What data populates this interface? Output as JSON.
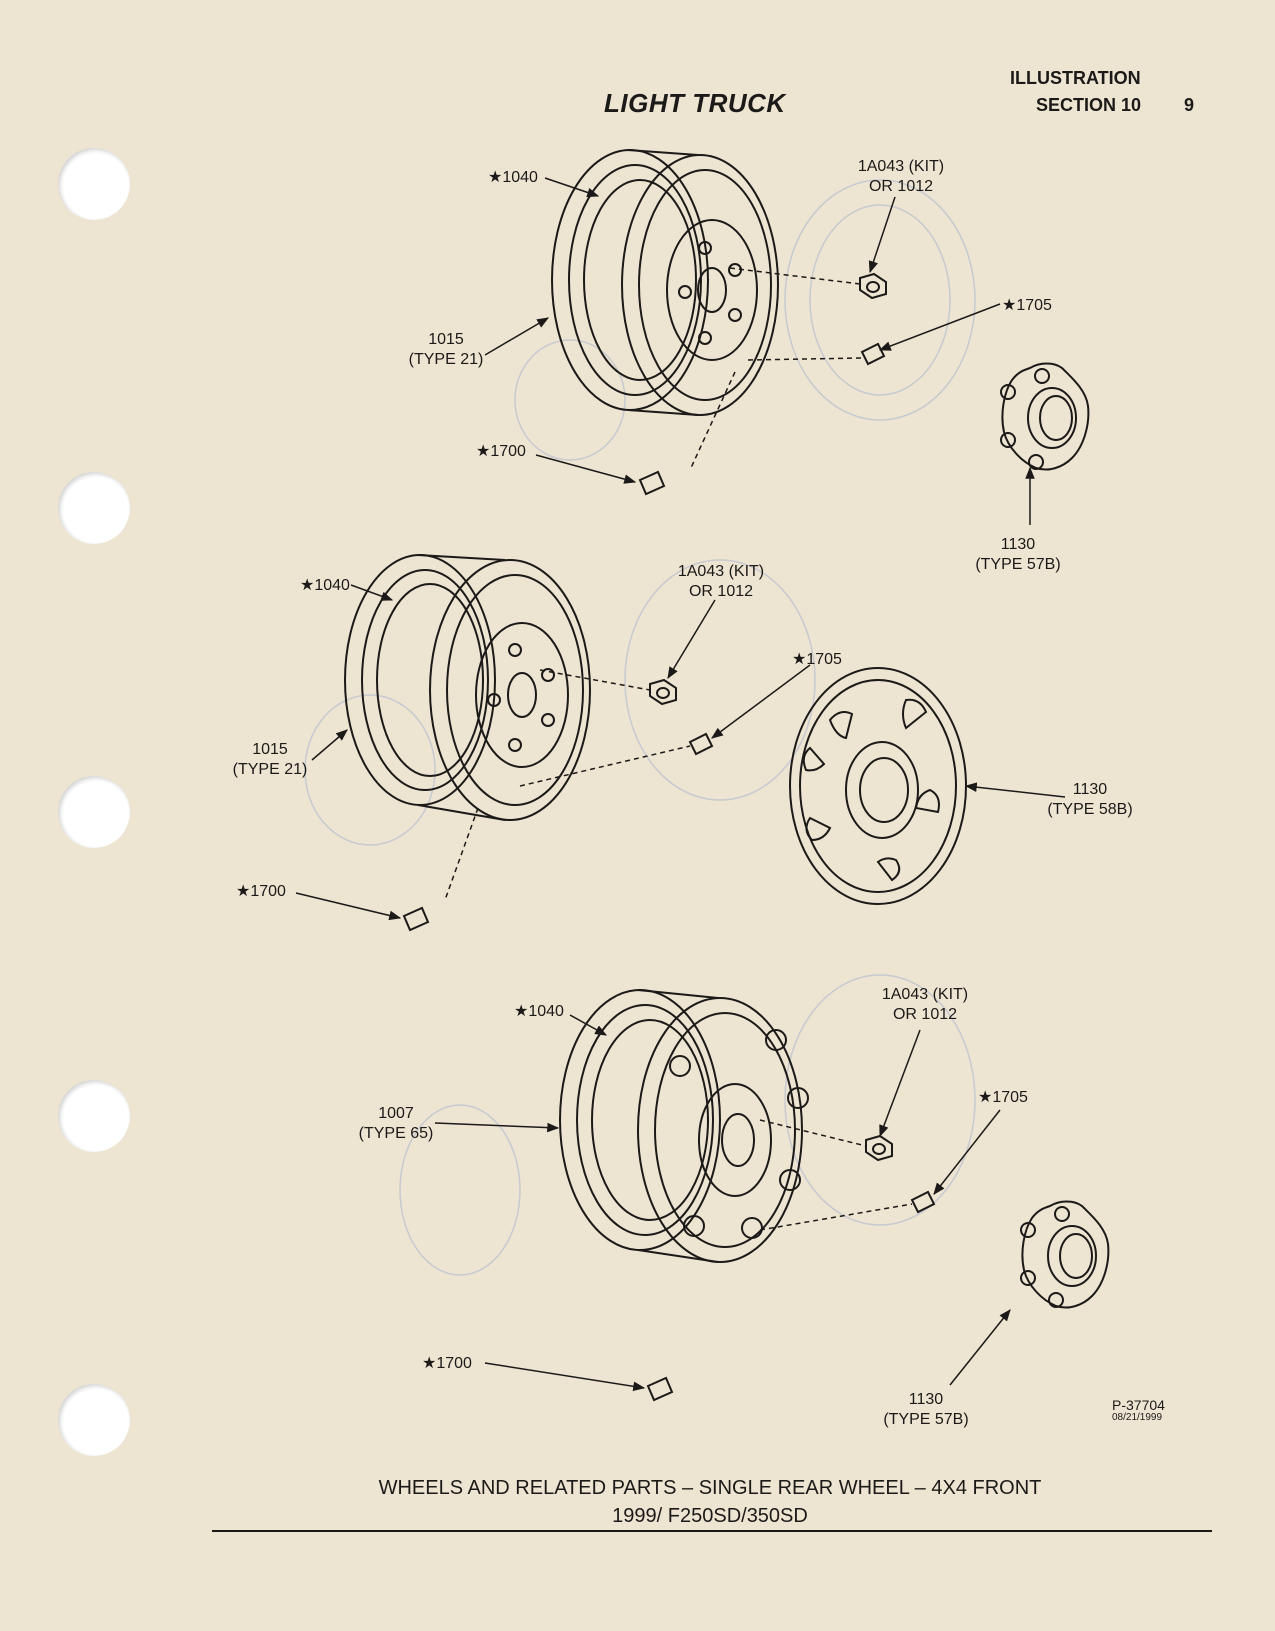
{
  "header": {
    "title": "LIGHT TRUCK",
    "illustration_label": "ILLUSTRATION",
    "section_label": "SECTION 10",
    "page_number": "9"
  },
  "callouts": {
    "top": {
      "c1040": "★1040",
      "c1a043_l1": "1A043 (KIT)",
      "c1a043_l2": "OR 1012",
      "c1705": "★1705",
      "c1015_l1": "1015",
      "c1015_l2": "(TYPE 21)",
      "c1700": "★1700",
      "c1130_l1": "1130",
      "c1130_l2": "(TYPE 57B)"
    },
    "middle": {
      "c1040": "★1040",
      "c1a043_l1": "1A043 (KIT)",
      "c1a043_l2": "OR 1012",
      "c1705": "★1705",
      "c1015_l1": "1015",
      "c1015_l2": "(TYPE 21)",
      "c1700": "★1700",
      "c1130_l1": "1130",
      "c1130_l2": "(TYPE 58B)"
    },
    "bottom": {
      "c1040": "★1040",
      "c1a043_l1": "1A043 (KIT)",
      "c1a043_l2": "OR 1012",
      "c1705": "★1705",
      "c1007_l1": "1007",
      "c1007_l2": "(TYPE 65)",
      "c1700": "★1700",
      "c1130_l1": "1130",
      "c1130_l2": "(TYPE 57B)"
    }
  },
  "footer": {
    "drawing_code": "P-37704",
    "drawing_date": "08/21/1999",
    "caption_line1": "WHEELS AND RELATED PARTS – SINGLE REAR WHEEL – 4X4 FRONT",
    "caption_line2": "1999/ F250SD/350SD"
  },
  "colors": {
    "paper": "#ede4d2",
    "ink": "#1c1a18",
    "bleed_through": "#b9c2cf"
  }
}
